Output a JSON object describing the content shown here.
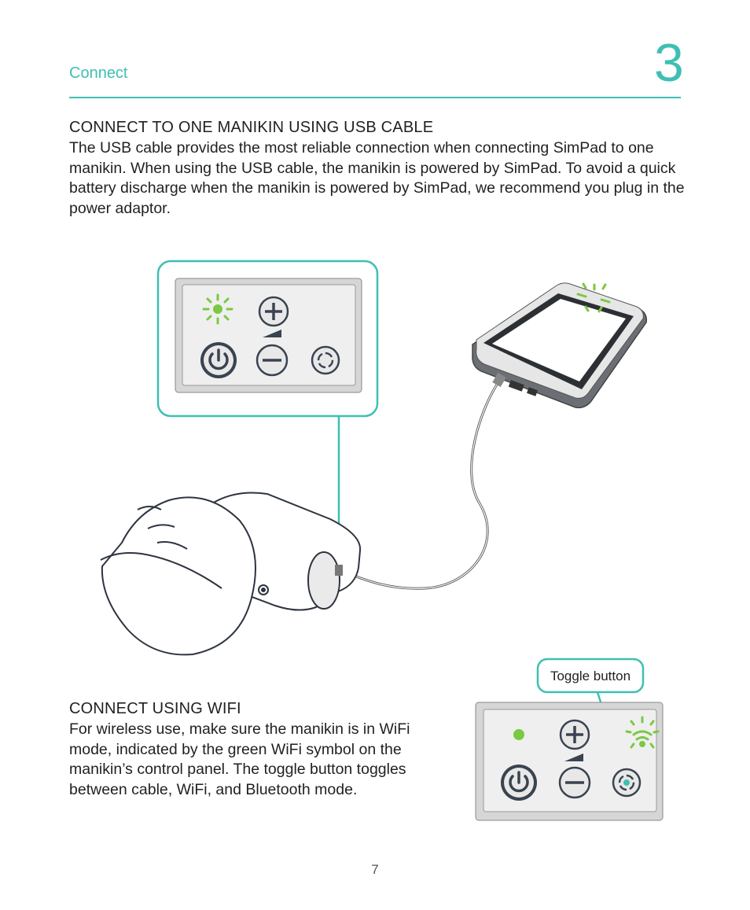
{
  "header": {
    "section": "Connect",
    "chapter_number": "3"
  },
  "usb_section": {
    "title": "CONNECT TO ONE MANIKIN USING USB CABLE",
    "body": "The USB cable provides the most reliable connection when connecting SimPad to one manikin. When using the USB cable, the manikin is powered by SimPad. To avoid a quick battery discharge when the manikin is powered by SimPad, we recommend you plug in the power adaptor."
  },
  "wifi_section": {
    "title": "CONNECT USING WIFI",
    "body": "For wireless use, make sure the manikin is in WiFi mode, indicated by the green WiFi symbol on the manikin’s control panel. The toggle button toggles between cable, WiFi, and Bluetooth mode."
  },
  "callout": {
    "toggle_label": "Toggle button"
  },
  "footer": {
    "page_number": "7"
  },
  "colors": {
    "accent": "#3fbfb3",
    "indicator_green": "#7ac943",
    "button_dark": "#3a4350"
  },
  "icons": [
    "power-icon",
    "plus-icon",
    "minus-icon",
    "volume-icon",
    "toggle-icon",
    "wifi-icon",
    "light-indicator-icon"
  ]
}
